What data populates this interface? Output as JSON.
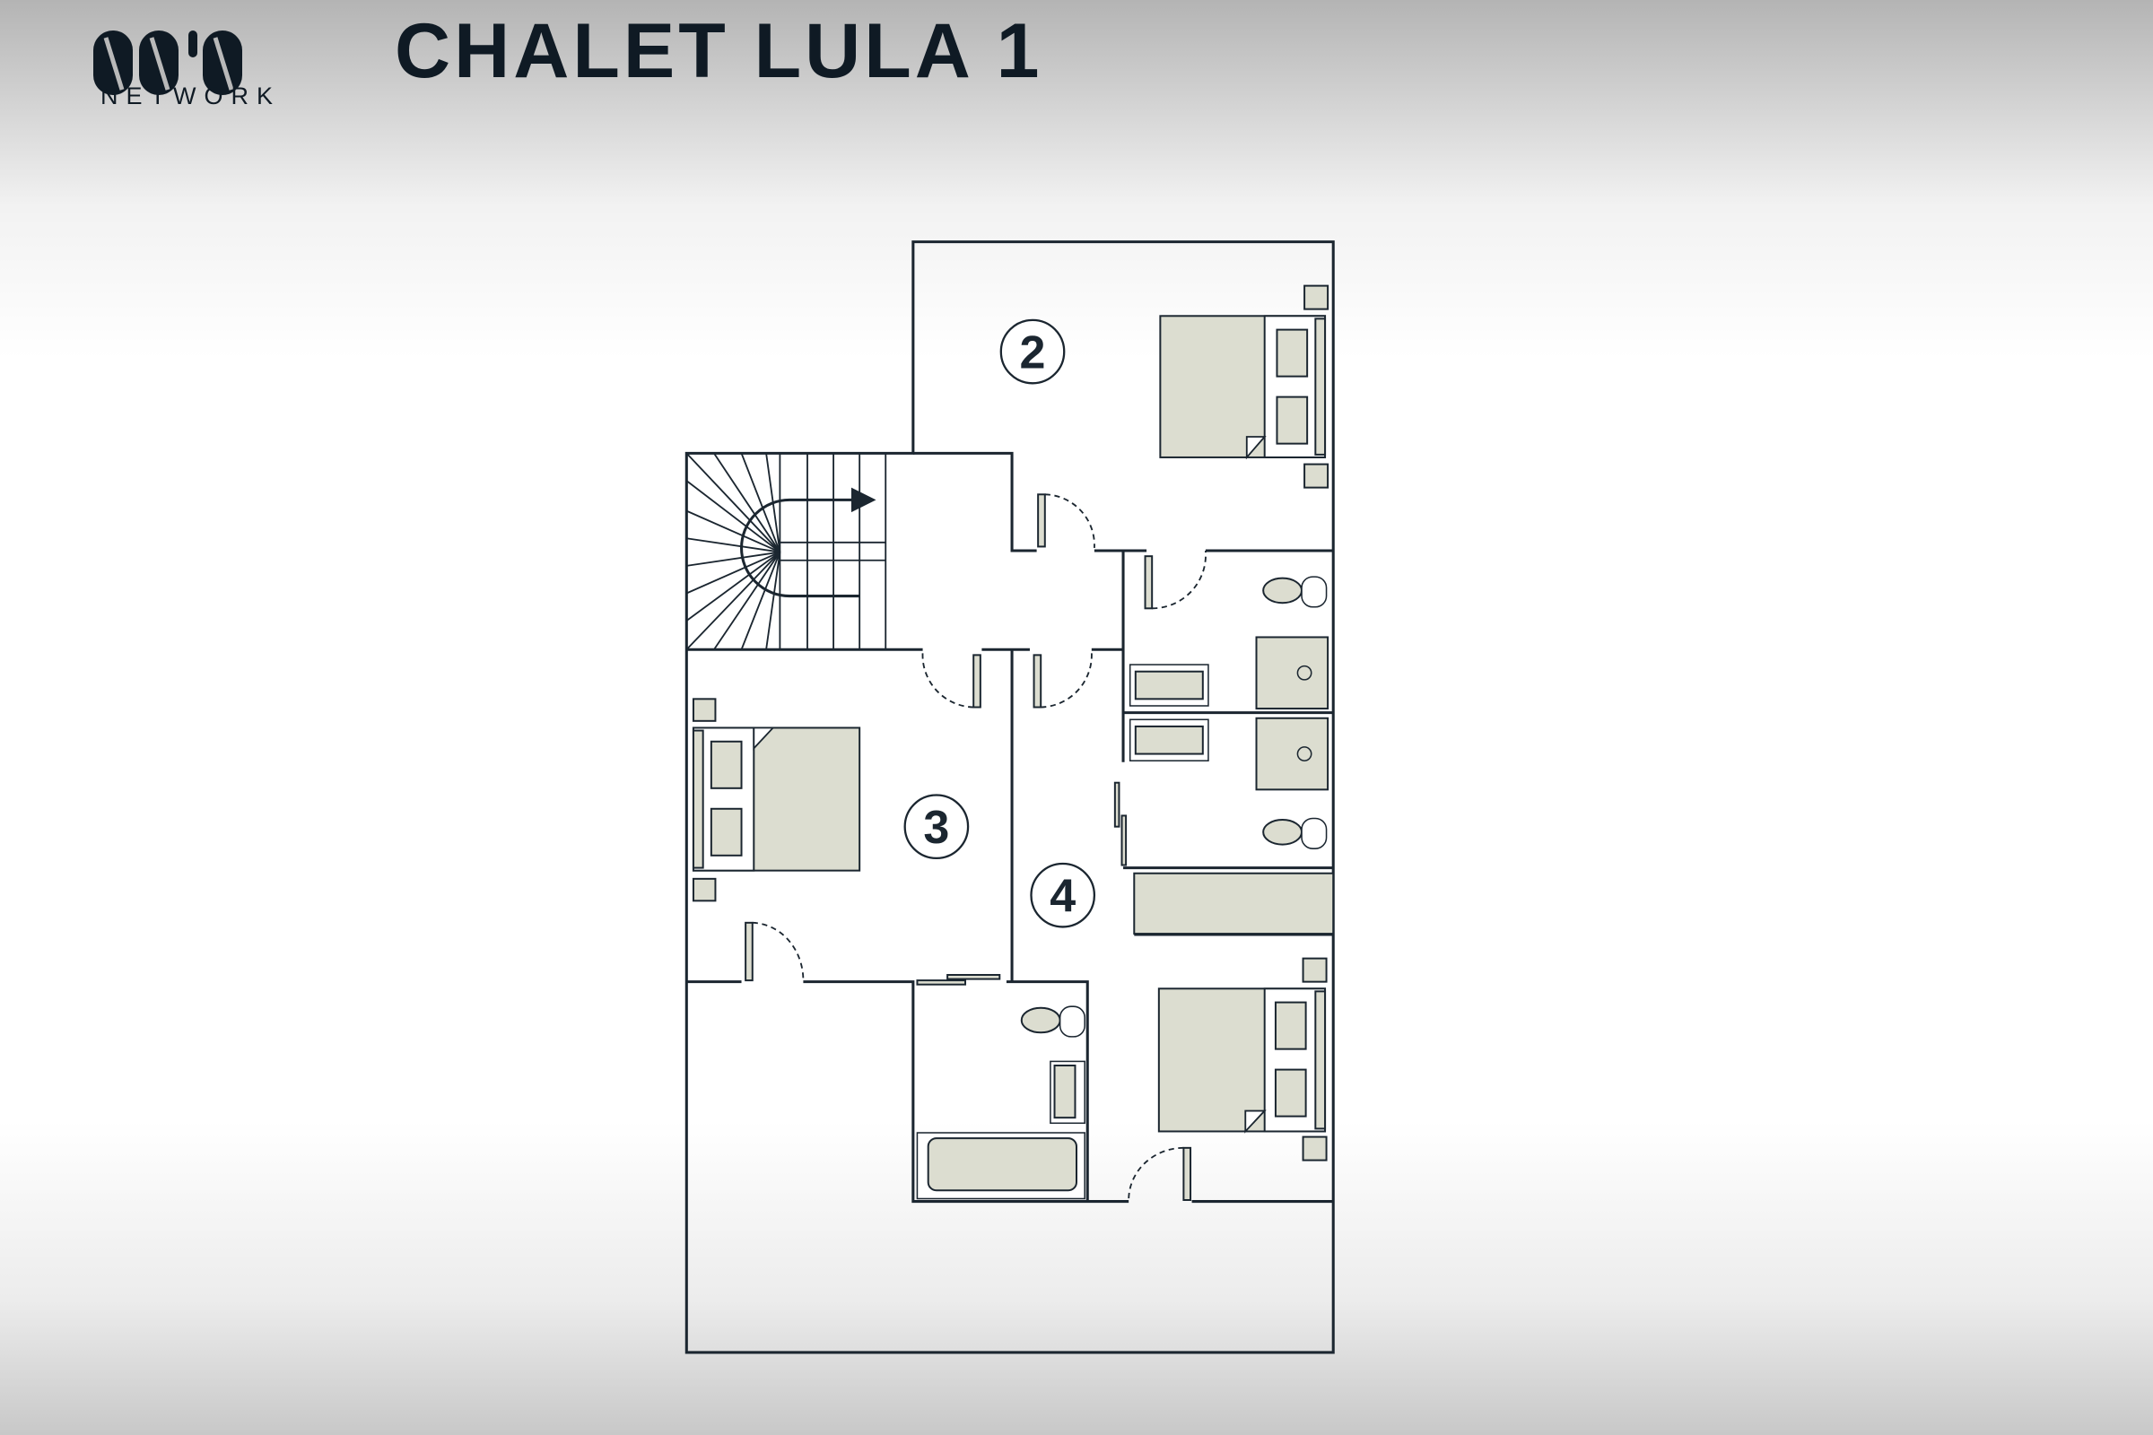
{
  "header": {
    "logo_text": "NETWORK",
    "title": "CHALET LULA 1"
  },
  "plan": {
    "rooms": [
      {
        "number": "2"
      },
      {
        "number": "3"
      },
      {
        "number": "4"
      }
    ]
  },
  "colors": {
    "ink": "#0f1a24",
    "furniture_fill": "#dcddd0"
  }
}
